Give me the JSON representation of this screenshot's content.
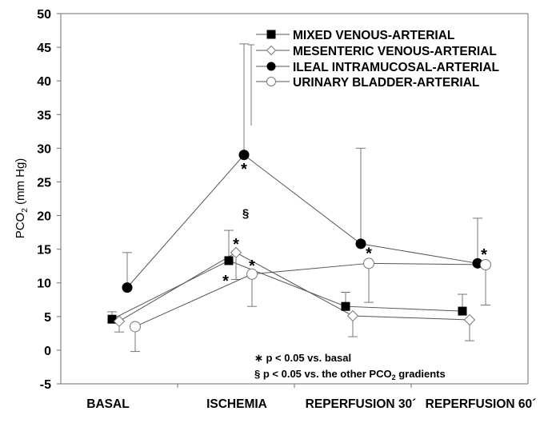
{
  "chart_data": {
    "type": "line",
    "title": "",
    "xlabel": "",
    "ylabel": "PCO2 (mm Hg)",
    "ylabel_parts": {
      "main": "PCO",
      "sub": "2",
      "rest": " (mm Hg)"
    },
    "ylim": [
      -5,
      50
    ],
    "yticks": [
      -5,
      0,
      5,
      10,
      15,
      20,
      25,
      30,
      35,
      40,
      45,
      50
    ],
    "categories": [
      "BASAL",
      "ISCHEMIA",
      "REPERFUSION 30´",
      "REPERFUSION 60´"
    ],
    "grid": false,
    "legend_position": "upper right (inside)",
    "series": [
      {
        "name": "MIXED VENOUS-ARTERIAL",
        "marker": "filled-square",
        "values": [
          4.6,
          13.3,
          6.5,
          5.8
        ],
        "error_upper": [
          5.7,
          17.8,
          8.6,
          8.3
        ],
        "error_lower": [
          null,
          null,
          null,
          null
        ],
        "significance": [
          "",
          "*",
          "",
          ""
        ]
      },
      {
        "name": "MESENTERIC VENOUS-ARTERIAL",
        "marker": "open-diamond",
        "values": [
          4.3,
          14.5,
          5.1,
          4.5
        ],
        "error_upper": [
          null,
          null,
          null,
          null
        ],
        "error_lower": [
          2.7,
          10.5,
          2.0,
          1.4
        ],
        "significance": [
          "",
          "*",
          "",
          ""
        ]
      },
      {
        "name": "ILEAL INTRAMUCOSAL-ARTERIAL",
        "marker": "filled-circle",
        "values": [
          9.3,
          29.0,
          15.8,
          12.9
        ],
        "error_upper": [
          14.5,
          45.5,
          30.0,
          19.6
        ],
        "error_lower": [
          null,
          null,
          null,
          null
        ],
        "significance": [
          "",
          "*",
          "",
          ""
        ]
      },
      {
        "name": "URINARY BLADDER-ARTERIAL",
        "marker": "open-circle",
        "values": [
          3.5,
          11.3,
          12.9,
          12.7
        ],
        "error_upper": [
          null,
          null,
          null,
          null
        ],
        "error_lower": [
          -0.2,
          6.5,
          7.1,
          6.7
        ],
        "significance": [
          "",
          "*",
          "*",
          "*"
        ]
      }
    ],
    "annotations": [
      {
        "text": "§",
        "category": "ISCHEMIA",
        "y": 20.5
      }
    ],
    "footnotes": [
      {
        "symbol": "∗",
        "text": "p < 0.05 vs. basal"
      },
      {
        "symbol": "§",
        "text": "p < 0.05 vs. the other PCO",
        "sub": "2",
        "rest": " gradients"
      }
    ]
  }
}
